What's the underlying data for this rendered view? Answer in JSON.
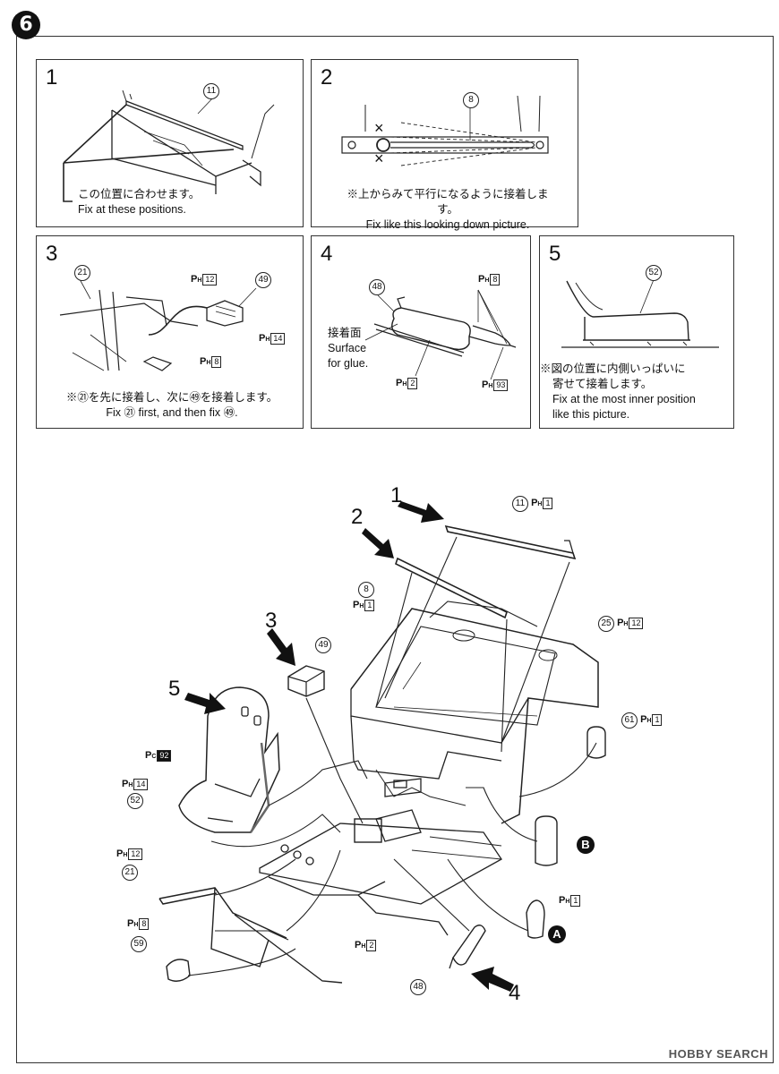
{
  "step": {
    "number": "6"
  },
  "panels": [
    {
      "number": "1",
      "caption_jp": "この位置に合わせます。",
      "caption_en": "Fix at these positions."
    },
    {
      "number": "2",
      "caption_jp": "※上からみて平行になるように接着します。",
      "caption_en": "Fix like this looking down picture."
    },
    {
      "number": "3",
      "caption_jp": "※㉑を先に接着し、次に㊾を接着します。",
      "caption_en": "Fix ㉑ first, and then fix ㊾."
    },
    {
      "number": "4",
      "label_jp": "接着面",
      "label_en1": "Surface",
      "label_en2": "for glue."
    },
    {
      "number": "5",
      "caption_jp1": "※図の位置に内側いっぱいに",
      "caption_jp2": "寄せて接着します。",
      "caption_en1": "Fix at the most inner position",
      "caption_en2": "like this picture."
    }
  ],
  "parts": {
    "p11": "11",
    "p8": "8",
    "p21": "21",
    "p49": "49",
    "p48": "48",
    "p52": "52",
    "p25": "25",
    "p61": "61",
    "p59": "59"
  },
  "paint": {
    "ph_prefix": "P",
    "ph_sub": "H",
    "pc_sub": "C",
    "n1": "1",
    "n2": "2",
    "n8": "8",
    "n12": "12",
    "n14": "14",
    "n93": "93",
    "n92": "92"
  },
  "assembly": {
    "arrow1": "1",
    "arrow2": "2",
    "arrow3": "3",
    "arrow4": "4",
    "arrow5": "5",
    "markA": "A",
    "markB": "B"
  },
  "panel2_marks": {
    "cross": "×"
  },
  "watermark": "HOBBY SEARCH"
}
